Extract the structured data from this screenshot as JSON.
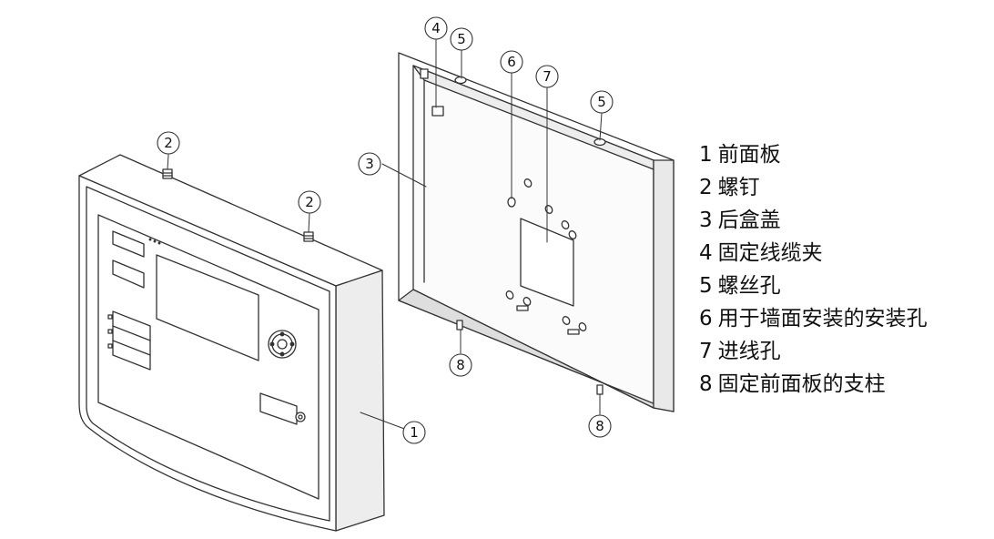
{
  "callouts": {
    "c1": "1",
    "c2a": "2",
    "c2b": "2",
    "c3": "3",
    "c4": "4",
    "c5a": "5",
    "c5b": "5",
    "c6": "6",
    "c7": "7",
    "c8a": "8",
    "c8b": "8"
  },
  "legend": [
    {
      "num": "1",
      "text": "前面板"
    },
    {
      "num": "2",
      "text": "螺钉"
    },
    {
      "num": "3",
      "text": "后盒盖"
    },
    {
      "num": "4",
      "text": "固定线缆夹"
    },
    {
      "num": "5",
      "text": "螺丝孔"
    },
    {
      "num": "6",
      "text": "用于墙面安装的安装孔"
    },
    {
      "num": "7",
      "text": "进线孔"
    },
    {
      "num": "8",
      "text": "固定前面板的支柱"
    }
  ],
  "colors": {
    "line": "#333333",
    "shade": "#e6e6e6"
  }
}
